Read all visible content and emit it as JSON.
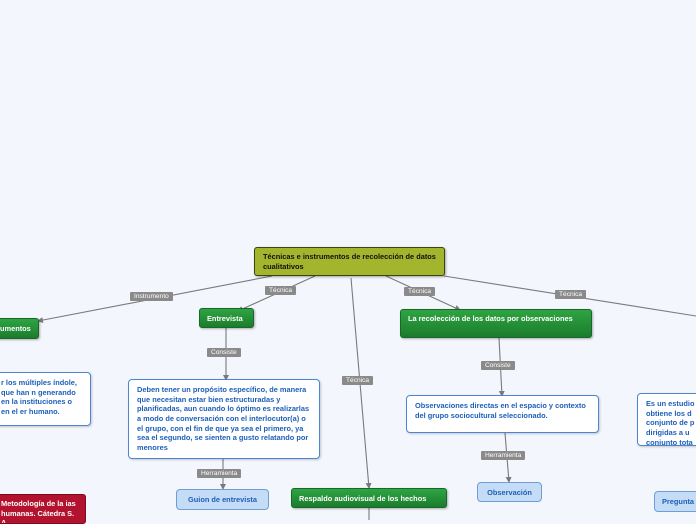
{
  "root": {
    "text": "Técnicas e instrumentos de recolección de datos cualitativos"
  },
  "nodes": {
    "instrumentos": "umentos",
    "entrevista": "Entrevista",
    "observaciones_main": "La recolección de los datos por observaciones",
    "respaldo": "Respaldo audiovisual de los hechos",
    "entrevista_desc": "Deben tener un propósito específico, de manera que necesitan estar bien estructuradas y planificadas, aun cuando lo óptimo es realizarlas a modo de conversación con el interlocutor(a) o el grupo, con el fin de que ya sea el primero, ya sea el segundo, se sienten a gusto relatando por menores",
    "observaciones_desc": "Observaciones directas en el espacio y contexto del grupo sociocultural seleccionado.",
    "left_desc": "r los múltiples índole, que han n generando en la instituciones o en el er humano.",
    "right_desc": "Es un estudio obtiene los d conjunto de p dirigidas a u conjunto tota",
    "guion": "Guion de entrevista",
    "observacion": "Observación",
    "pregunta": "Pregunta",
    "red_left": "Metodología de la ias humanas. Cátedra S. A."
  },
  "labels": {
    "instrumento": "Instrumento",
    "tecnica_entrevista": "Técnica",
    "tecnica_respaldo": "Técnica",
    "tecnica_observaciones": "Técnica",
    "tecnica_right": "Técnica",
    "consiste_entrevista": "Consiste",
    "consiste_observaciones": "Consiste",
    "herramienta_entrevista": "Herramienta",
    "herramienta_observacion": "Herramienta"
  }
}
